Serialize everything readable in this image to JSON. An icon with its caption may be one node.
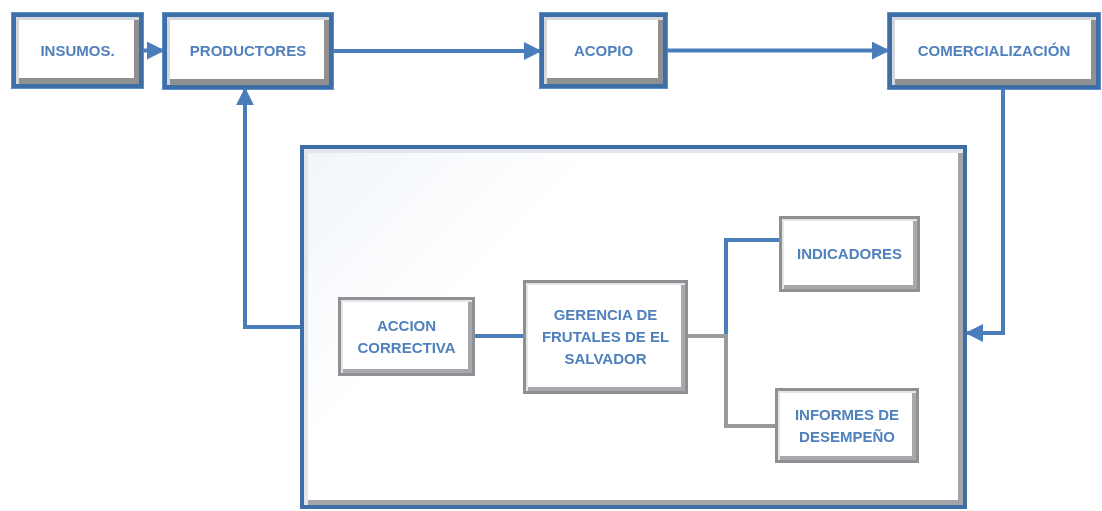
{
  "diagram": {
    "nodes": [
      {
        "text": [
          "INSUMOS."
        ]
      },
      {
        "text": [
          "PRODUCTORES"
        ]
      },
      {
        "text": [
          "ACOPIO"
        ]
      },
      {
        "text": [
          "COMERCIALIZACIÓN"
        ]
      },
      {
        "text": [],
        "shape": "box"
      },
      {
        "text": [
          "ACCION CORRECTIVA"
        ],
        "in": 4
      },
      {
        "text": [
          "GERENCIA DE FRUTALES DE EL SALVADOR"
        ],
        "in": 4
      },
      {
        "text": [
          "INDICADORES"
        ],
        "in": 4
      },
      {
        "text": [
          "INFORMES DE DESEMPEÑO"
        ],
        "in": 4
      }
    ],
    "edges": [
      {
        "from": 0,
        "to": 1,
        "arrow": "to"
      },
      {
        "from": 1,
        "to": 2,
        "arrow": "to"
      },
      {
        "from": 2,
        "to": 3,
        "arrow": "to"
      },
      {
        "from": 3,
        "to": 4,
        "arrow": "to"
      },
      {
        "from": 4,
        "to": 1,
        "arrow": "to"
      },
      {
        "from": 5,
        "to": 6,
        "arrow": "none"
      },
      {
        "from": 6,
        "to": 7,
        "arrow": "none"
      },
      {
        "from": 6,
        "to": 8,
        "arrow": "none",
        "color": "#9a9a9a"
      }
    ]
  }
}
